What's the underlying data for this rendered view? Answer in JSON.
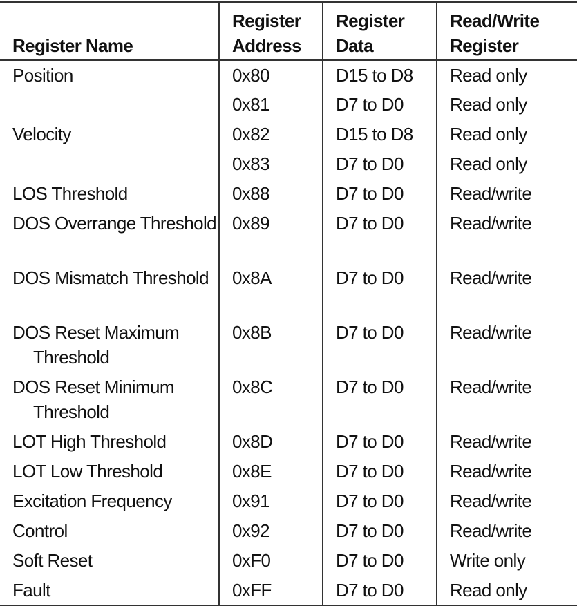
{
  "headers": [
    "Register Name",
    "Register Address",
    "Register Data",
    "Read/Write Register"
  ],
  "rows": [
    {
      "name": "Position",
      "address": "0x80",
      "data": "D15 to D8",
      "rw": "Read only"
    },
    {
      "name": "",
      "address": "0x81",
      "data": "D7 to D0",
      "rw": "Read only"
    },
    {
      "name": "Velocity",
      "address": "0x82",
      "data": "D15 to D8",
      "rw": "Read only"
    },
    {
      "name": "",
      "address": "0x83",
      "data": "D7 to D0",
      "rw": "Read only"
    },
    {
      "name": "LOS Threshold",
      "address": "0x88",
      "data": "D7 to D0",
      "rw": "Read/write"
    },
    {
      "name": "DOS Overrange Threshold",
      "address": "0x89",
      "data": "D7 to D0",
      "rw": "Read/write"
    },
    {
      "name": "DOS Mismatch Threshold",
      "address": "0x8A",
      "data": "D7 to D0",
      "rw": "Read/write"
    },
    {
      "name": "DOS Reset Maximum Threshold",
      "address": "0x8B",
      "data": "D7 to D0",
      "rw": "Read/write"
    },
    {
      "name": "DOS Reset Minimum Threshold",
      "address": "0x8C",
      "data": "D7 to D0",
      "rw": "Read/write"
    },
    {
      "name": "LOT High Threshold",
      "address": "0x8D",
      "data": "D7 to D0",
      "rw": "Read/write"
    },
    {
      "name": "LOT Low Threshold",
      "address": "0x8E",
      "data": "D7 to D0",
      "rw": "Read/write"
    },
    {
      "name": "Excitation Frequency",
      "address": "0x91",
      "data": "D7 to D0",
      "rw": "Read/write"
    },
    {
      "name": "Control",
      "address": "0x92",
      "data": "D7 to D0",
      "rw": "Read/write"
    },
    {
      "name": "Soft Reset",
      "address": "0xF0",
      "data": "D7 to D0",
      "rw": "Write only"
    },
    {
      "name": "Fault",
      "address": "0xFF",
      "data": "D7 to D0",
      "rw": "Read only"
    }
  ]
}
